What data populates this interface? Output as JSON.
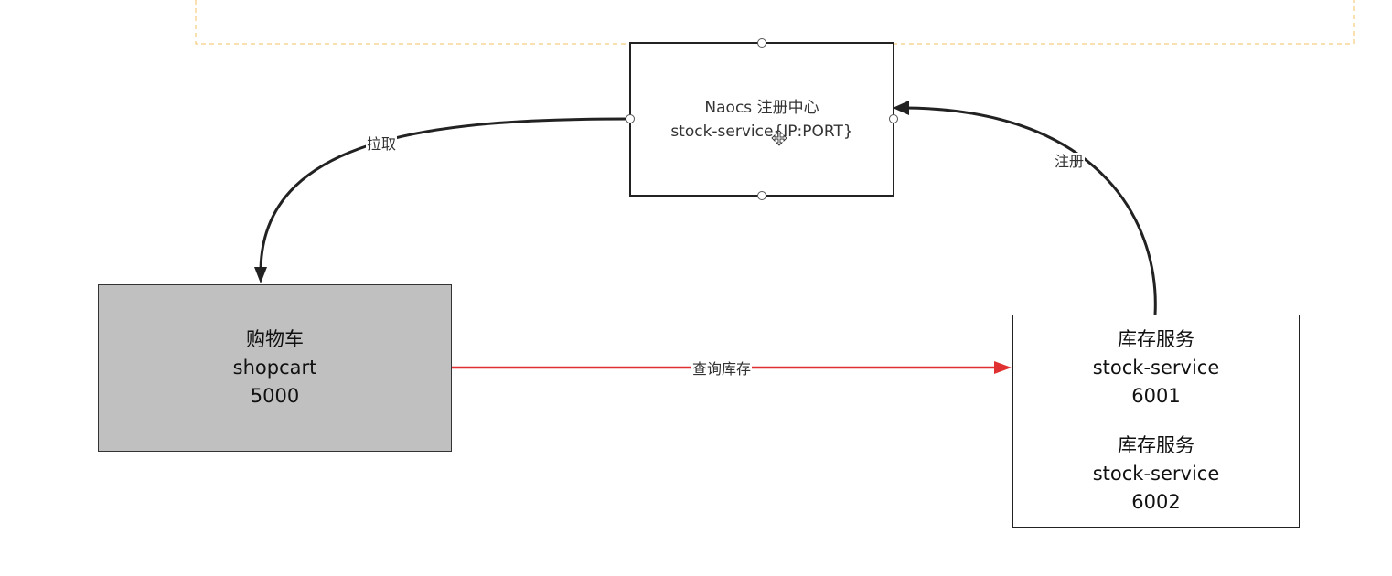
{
  "diagram": {
    "nodes": {
      "naocs": {
        "line1": "Naocs 注册中心",
        "line2": "stock-service{IP:PORT}"
      },
      "shopcart": {
        "line1": "购物车",
        "line2": "shopcart",
        "line3": "5000"
      },
      "stock_6001": {
        "line1": "库存服务",
        "line2": "stock-service",
        "line3": "6001"
      },
      "stock_6002": {
        "line1": "库存服务",
        "line2": "stock-service",
        "line3": "6002"
      }
    },
    "edges": {
      "pull": {
        "label": "拉取",
        "from": "Naocs 注册中心",
        "to": "购物车"
      },
      "register": {
        "label": "注册",
        "from": "库存服务",
        "to": "Naocs 注册中心"
      },
      "query_stock": {
        "label": "查询库存",
        "from": "购物车",
        "to": "库存服务"
      }
    },
    "colors": {
      "query_edge": "#e03030",
      "default_edge": "#222222",
      "shopcart_fill": "#c0c0c0",
      "selection_border": "#f0c060"
    },
    "icons": [
      "move-cursor-icon",
      "connection-handle-icon"
    ]
  }
}
